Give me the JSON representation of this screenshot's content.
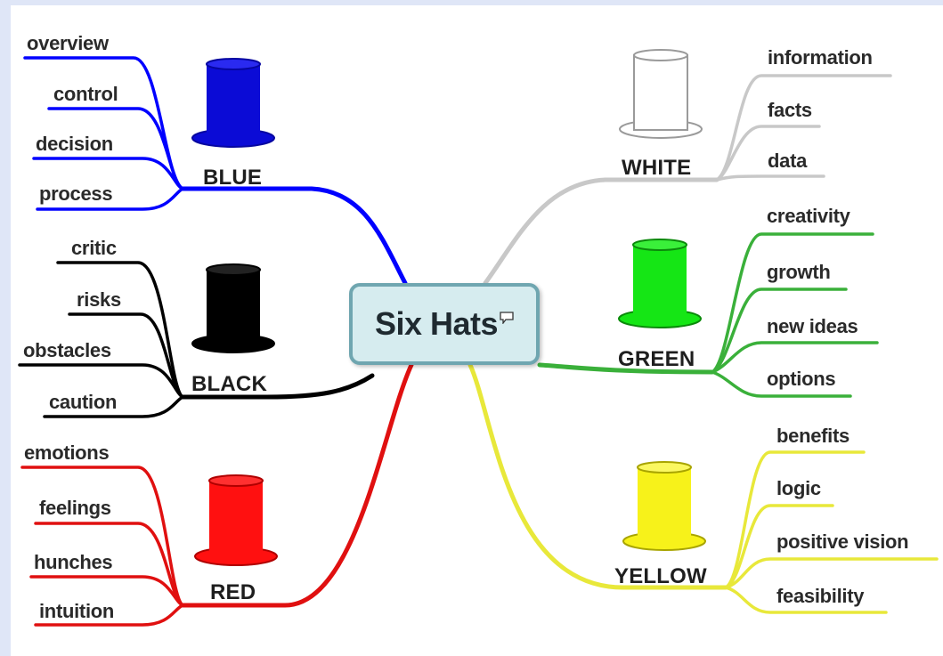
{
  "center": {
    "title": "Six Hats",
    "note_icon": "comment-icon"
  },
  "hats": {
    "blue": {
      "name": "BLUE",
      "color": "#0b0bd6",
      "stroke": "#0000ff",
      "items": [
        "overview",
        "control",
        "decision",
        "process"
      ]
    },
    "black": {
      "name": "BLACK",
      "color": "#000000",
      "stroke": "#000000",
      "items": [
        "critic",
        "risks",
        "obstacles",
        "caution"
      ]
    },
    "red": {
      "name": "RED",
      "color": "#ff1010",
      "stroke": "#e01010",
      "items": [
        "emotions",
        "feelings",
        "hunches",
        "intuition"
      ]
    },
    "white": {
      "name": "WHITE",
      "color": "#ffffff",
      "stroke": "#c8c8c8",
      "items": [
        "information",
        "facts",
        "data"
      ]
    },
    "green": {
      "name": "GREEN",
      "color": "#15e615",
      "stroke": "#3ab03a",
      "items": [
        "creativity",
        "growth",
        "new ideas",
        "options"
      ]
    },
    "yellow": {
      "name": "YELLOW",
      "color": "#f7f21a",
      "stroke": "#e8e83a",
      "items": [
        "benefits",
        "logic",
        "positive vision",
        "feasibility"
      ]
    }
  }
}
